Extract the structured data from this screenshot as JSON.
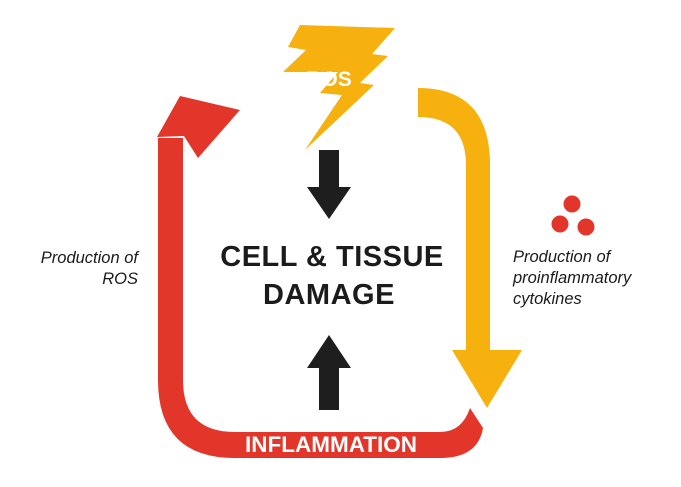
{
  "diagram": {
    "top_node": {
      "label": "ROS"
    },
    "center": {
      "line1": "CELL & TISSUE",
      "line2": "DAMAGE"
    },
    "bottom_node": {
      "label": "INFLAMMATION"
    },
    "left_edge": {
      "line1": "Production of",
      "line2": "ROS"
    },
    "right_edge": {
      "line1": "Production of",
      "line2": "proinflammatory",
      "line3": "cytokines"
    }
  },
  "colors": {
    "red_arrow": "#e2362b",
    "yellow_arrow": "#f6b10f",
    "bolt": "#f6b10f",
    "dark_arrow": "#1e1e1e",
    "cytokine_dots": "#e2362b",
    "text": "#1b1b1b"
  },
  "icons": {
    "bolt": "lightning-bolt-icon",
    "cytokines": "three-dots-icon",
    "down": "arrow-down-icon",
    "up": "arrow-up-icon"
  }
}
